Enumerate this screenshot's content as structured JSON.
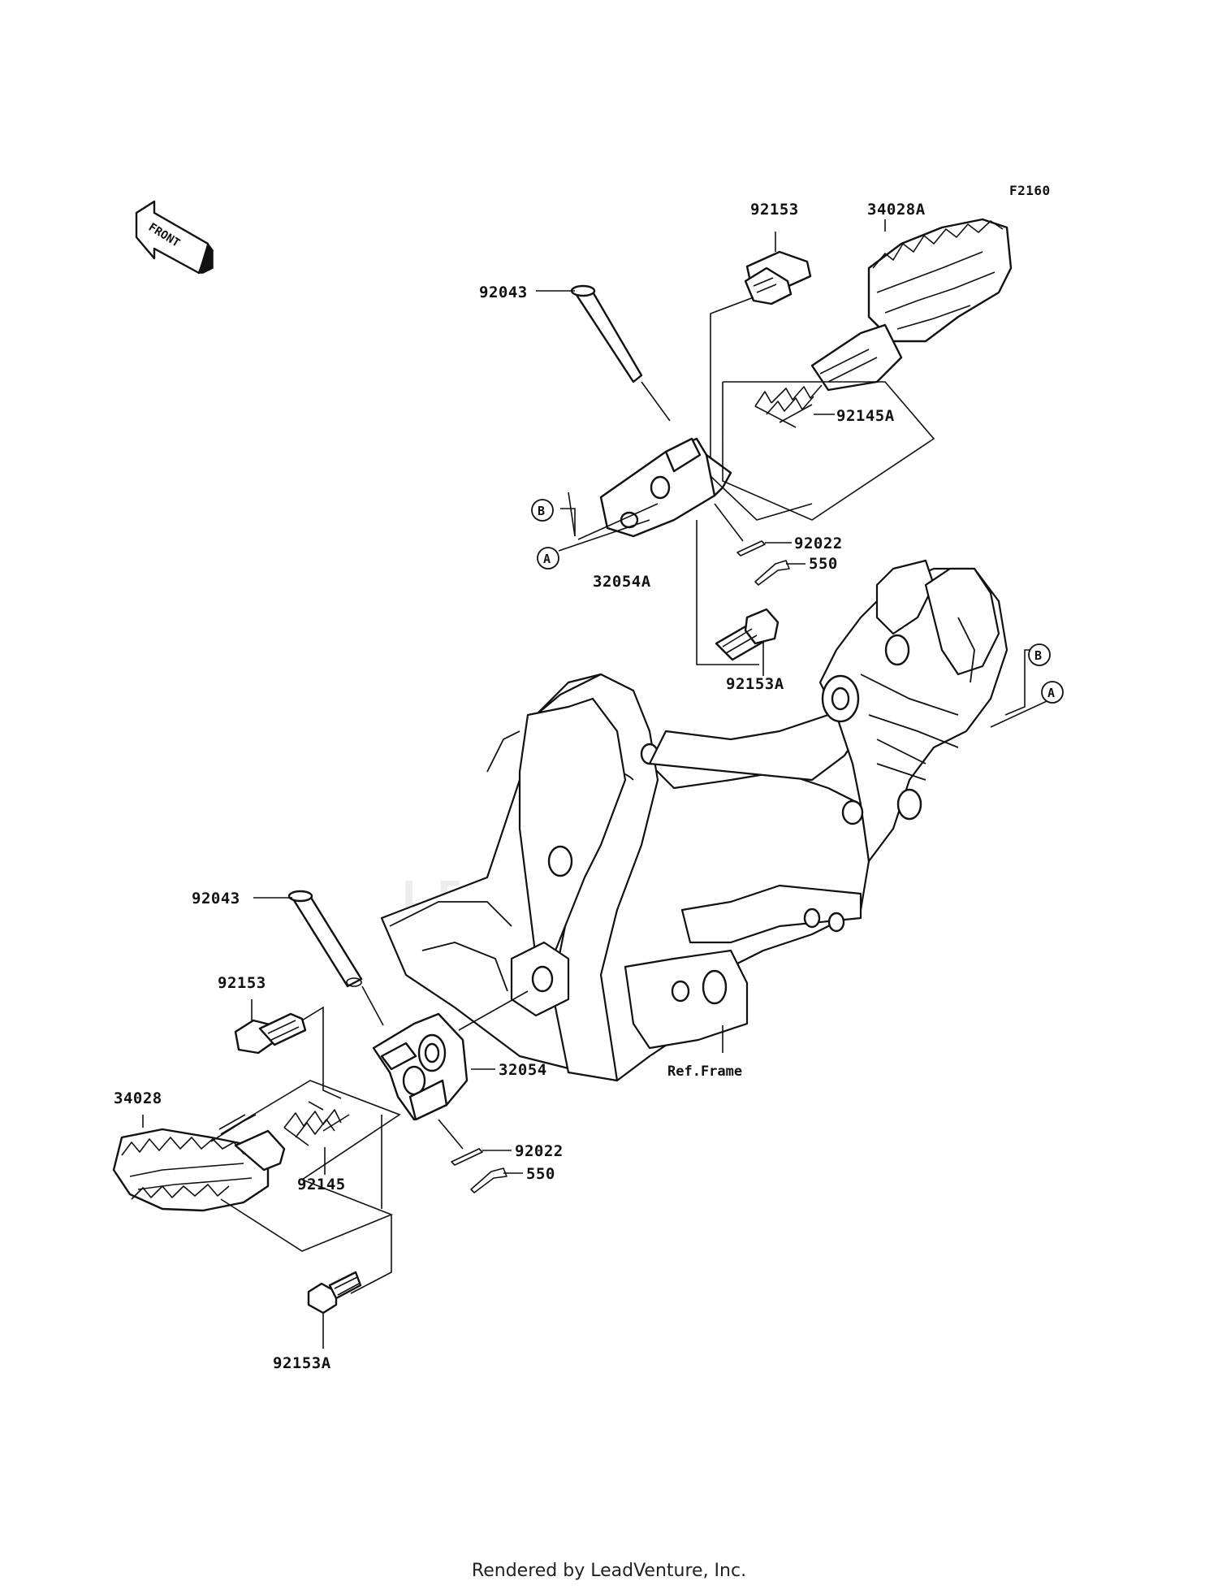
{
  "diagram_code": "F2160",
  "front_arrow": {
    "label": "FRONT",
    "icon": "front-direction-arrow"
  },
  "watermark": "LEADVENTURE",
  "parts": {
    "right_side": {
      "pin": "92043",
      "bolt": "92153",
      "footpeg": "34028A",
      "spring": "92145A",
      "bracket": "32054A",
      "washer": "92022",
      "cotter_pin": "550",
      "flange_bolt": "92153A"
    },
    "left_side": {
      "pin": "92043",
      "bolt": "92153",
      "footpeg": "34028",
      "spring": "92145",
      "bracket": "32054",
      "washer": "92022",
      "cotter_pin": "550",
      "flange_bolt": "92153A"
    },
    "frame_ref": "Ref.Frame"
  },
  "callouts": {
    "a": "A",
    "b": "B"
  },
  "footer": "Rendered by LeadVenture, Inc."
}
